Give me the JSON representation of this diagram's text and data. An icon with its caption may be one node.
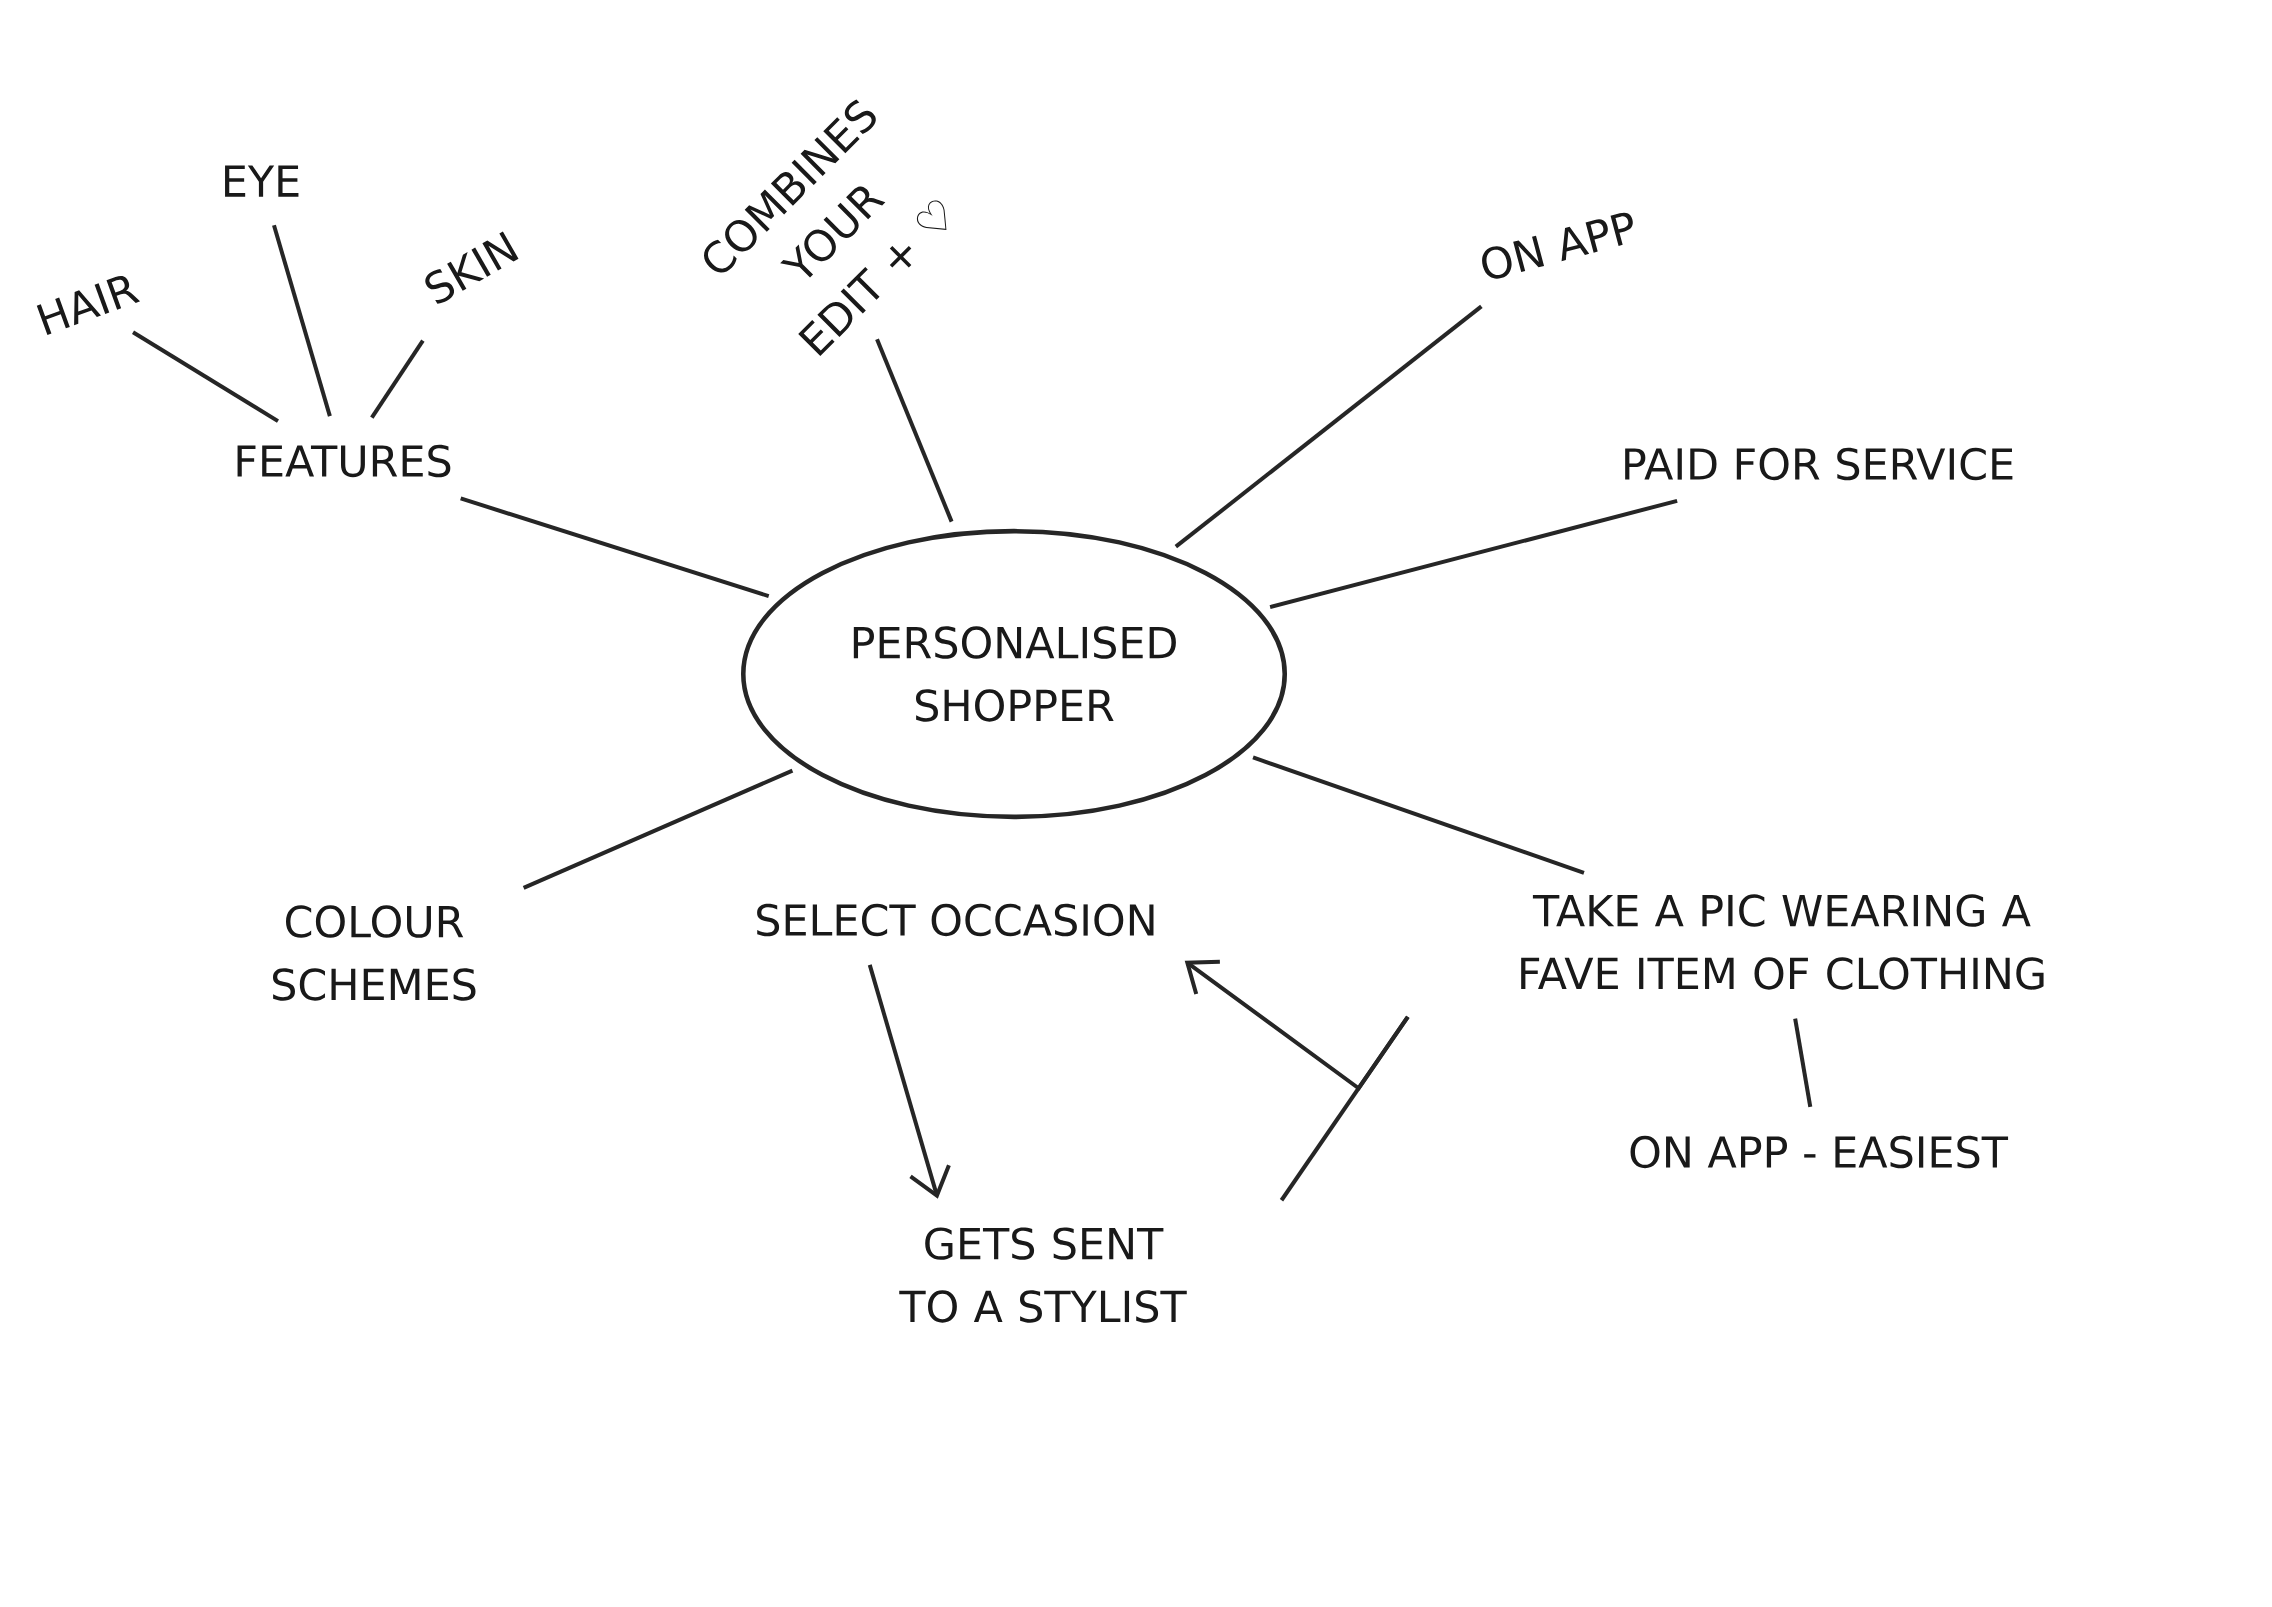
{
  "diagram": {
    "nodes": [
      {
        "text": [
          "PERSONALISED SHOPPER"
        ]
      },
      {
        "text": [
          "FEATURES"
        ]
      },
      {
        "text": [
          "HAIR"
        ]
      },
      {
        "text": [
          "EYE"
        ]
      },
      {
        "text": [
          "SKIN"
        ]
      },
      {
        "text": [
          "COMBINES YOUR EDIT + ♡"
        ]
      },
      {
        "text": [
          "ON APP"
        ]
      },
      {
        "text": [
          "PAID FOR SERVICE"
        ]
      },
      {
        "text": [
          "COLOUR SCHEMES"
        ]
      },
      {
        "text": [
          "SELECT OCCASION"
        ]
      },
      {
        "text": [
          "TAKE A PIC WEARING A FAVE ITEM OF CLOTHING"
        ]
      },
      {
        "text": [
          "ON APP - EASIEST"
        ]
      },
      {
        "text": [
          "GETS SENT TO A STYLIST"
        ]
      }
    ],
    "edges": [
      {
        "from": 1,
        "to": 0,
        "arrow": "none"
      },
      {
        "from": 2,
        "to": 1,
        "arrow": "none"
      },
      {
        "from": 3,
        "to": 1,
        "arrow": "none"
      },
      {
        "from": 4,
        "to": 1,
        "arrow": "none"
      },
      {
        "from": 5,
        "to": 0,
        "arrow": "none"
      },
      {
        "from": 6,
        "to": 0,
        "arrow": "none"
      },
      {
        "from": 7,
        "to": 0,
        "arrow": "none"
      },
      {
        "from": 8,
        "to": 0,
        "arrow": "none"
      },
      {
        "from": 10,
        "to": 0,
        "arrow": "none"
      },
      {
        "from": 10,
        "to": 11,
        "arrow": "none"
      },
      {
        "from": 9,
        "to": 12,
        "arrow": "to"
      },
      {
        "from": 10,
        "to": 12,
        "arrow": "none"
      },
      {
        "from": 10,
        "to": 9,
        "arrow": "to"
      }
    ]
  }
}
